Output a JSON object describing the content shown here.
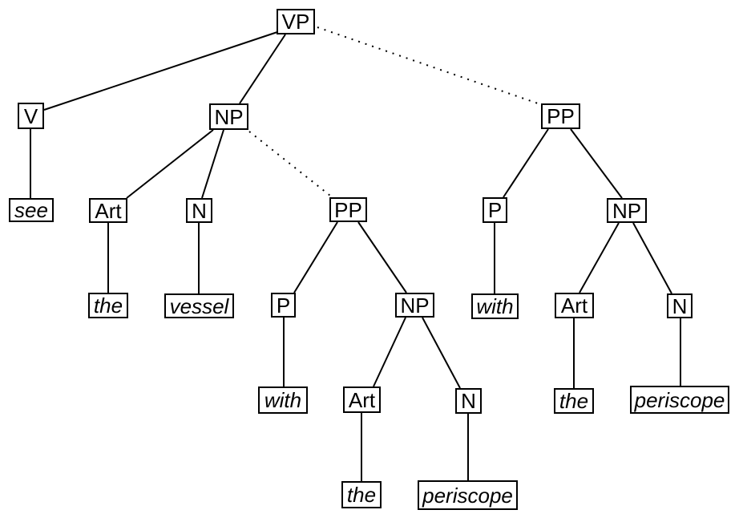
{
  "diagram": {
    "kind": "syntax-parse-tree",
    "terminals_in_order": [
      "see",
      "the",
      "vessel",
      "with",
      "the",
      "periscope",
      "with",
      "the",
      "periscope"
    ],
    "colors": {
      "background": "#ffffff",
      "line": "#000000",
      "box_border": "#000000",
      "text": "#000000"
    },
    "nodes": [
      {
        "id": "vp",
        "label": "VP",
        "terminal": false
      },
      {
        "id": "v",
        "label": "V",
        "terminal": false
      },
      {
        "id": "np-object",
        "label": "NP",
        "terminal": false
      },
      {
        "id": "pp-right",
        "label": "PP",
        "terminal": false
      },
      {
        "id": "see",
        "label": "see",
        "terminal": true
      },
      {
        "id": "art-left",
        "label": "Art",
        "terminal": false
      },
      {
        "id": "n-left",
        "label": "N",
        "terminal": false
      },
      {
        "id": "pp-mid",
        "label": "PP",
        "terminal": false
      },
      {
        "id": "p-right",
        "label": "P",
        "terminal": false
      },
      {
        "id": "np-right",
        "label": "NP",
        "terminal": false
      },
      {
        "id": "the-left",
        "label": "the",
        "terminal": true
      },
      {
        "id": "vessel",
        "label": "vessel",
        "terminal": true
      },
      {
        "id": "p-mid",
        "label": "P",
        "terminal": false
      },
      {
        "id": "np-mid",
        "label": "NP",
        "terminal": false
      },
      {
        "id": "with-right",
        "label": "with",
        "terminal": true
      },
      {
        "id": "art-right",
        "label": "Art",
        "terminal": false
      },
      {
        "id": "n-right",
        "label": "N",
        "terminal": false
      },
      {
        "id": "with-mid",
        "label": "with",
        "terminal": true
      },
      {
        "id": "art-mid",
        "label": "Art",
        "terminal": false
      },
      {
        "id": "n-mid",
        "label": "N",
        "terminal": false
      },
      {
        "id": "the-right",
        "label": "the",
        "terminal": true
      },
      {
        "id": "periscope-right",
        "label": "periscope",
        "terminal": true
      },
      {
        "id": "the-mid",
        "label": "the",
        "terminal": true
      },
      {
        "id": "periscope-mid",
        "label": "periscope",
        "terminal": true
      }
    ],
    "edges": [
      {
        "from": "vp",
        "to": "v",
        "style": "solid"
      },
      {
        "from": "vp",
        "to": "np-object",
        "style": "solid"
      },
      {
        "from": "vp",
        "to": "pp-right",
        "style": "dotted"
      },
      {
        "from": "v",
        "to": "see",
        "style": "solid"
      },
      {
        "from": "np-object",
        "to": "art-left",
        "style": "solid"
      },
      {
        "from": "np-object",
        "to": "n-left",
        "style": "solid"
      },
      {
        "from": "np-object",
        "to": "pp-mid",
        "style": "dotted"
      },
      {
        "from": "art-left",
        "to": "the-left",
        "style": "solid"
      },
      {
        "from": "n-left",
        "to": "vessel",
        "style": "solid"
      },
      {
        "from": "pp-mid",
        "to": "p-mid",
        "style": "solid"
      },
      {
        "from": "pp-mid",
        "to": "np-mid",
        "style": "solid"
      },
      {
        "from": "p-mid",
        "to": "with-mid",
        "style": "solid"
      },
      {
        "from": "np-mid",
        "to": "art-mid",
        "style": "solid"
      },
      {
        "from": "np-mid",
        "to": "n-mid",
        "style": "solid"
      },
      {
        "from": "art-mid",
        "to": "the-mid",
        "style": "solid"
      },
      {
        "from": "n-mid",
        "to": "periscope-mid",
        "style": "solid"
      },
      {
        "from": "pp-right",
        "to": "p-right",
        "style": "solid"
      },
      {
        "from": "pp-right",
        "to": "np-right",
        "style": "solid"
      },
      {
        "from": "p-right",
        "to": "with-right",
        "style": "solid"
      },
      {
        "from": "np-right",
        "to": "art-right",
        "style": "solid"
      },
      {
        "from": "np-right",
        "to": "n-right",
        "style": "solid"
      },
      {
        "from": "art-right",
        "to": "the-right",
        "style": "solid"
      },
      {
        "from": "n-right",
        "to": "periscope-right",
        "style": "solid"
      }
    ]
  }
}
